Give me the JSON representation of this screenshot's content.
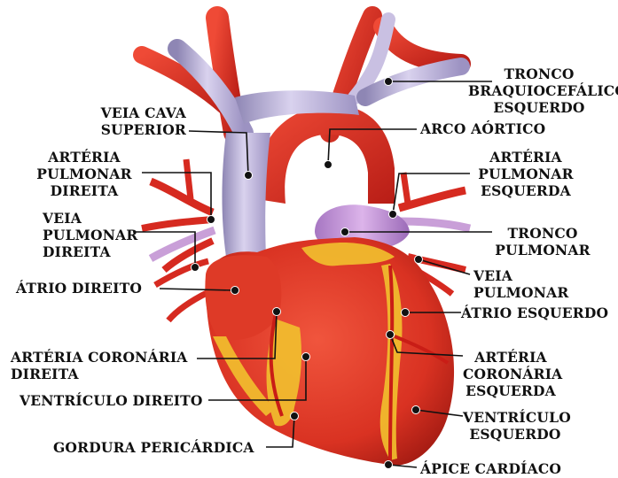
{
  "colors": {
    "background": "#ffffff",
    "muscle": "#e0382a",
    "muscle_dark": "#b8231a",
    "fat": "#f2c12e",
    "vein": "#bdb3d8",
    "artery": "#d9281f",
    "pulmonary_artery": "#c89ad6",
    "leader": "#111111"
  },
  "labels": {
    "tronco_braquiocefalico": "TRONCO\nBRAQUIOCEFÁLICO\nESQUERDO",
    "veia_cava_superior": "VEIA CAVA\nSUPERIOR",
    "arco_aortico": "ARCO AÓRTICO",
    "arteria_pulmonar_direita": "ARTÉRIA\nPULMONAR\nDIREITA",
    "arteria_pulmonar_esquerda": "ARTÉRIA\nPULMONAR\nESQUERDA",
    "veia_pulmonar_direita": "VEIA\nPULMONAR\nDIREITA",
    "tronco_pulmonar": "TRONCO\nPULMONAR",
    "veia_pulmonar": "VEIA\nPULMONAR",
    "atrio_direito": "ÁTRIO DIREITO",
    "atrio_esquerdo": "ÁTRIO ESQUERDO",
    "arteria_coronaria_direita": "ARTÉRIA CORONÁRIA\nDIREITA",
    "arteria_coronaria_esquerda": "ARTÉRIA\nCORONÁRIA\nESQUERDA",
    "ventriculo_direito": "VENTRÍCULO DIREITO",
    "ventriculo_esquerdo": "VENTRÍCULO\nESQUERDO",
    "gordura_pericardica": "GORDURA PERICÁRDICA",
    "apice_cardiaco": "ÁPICE CARDÍACO"
  }
}
